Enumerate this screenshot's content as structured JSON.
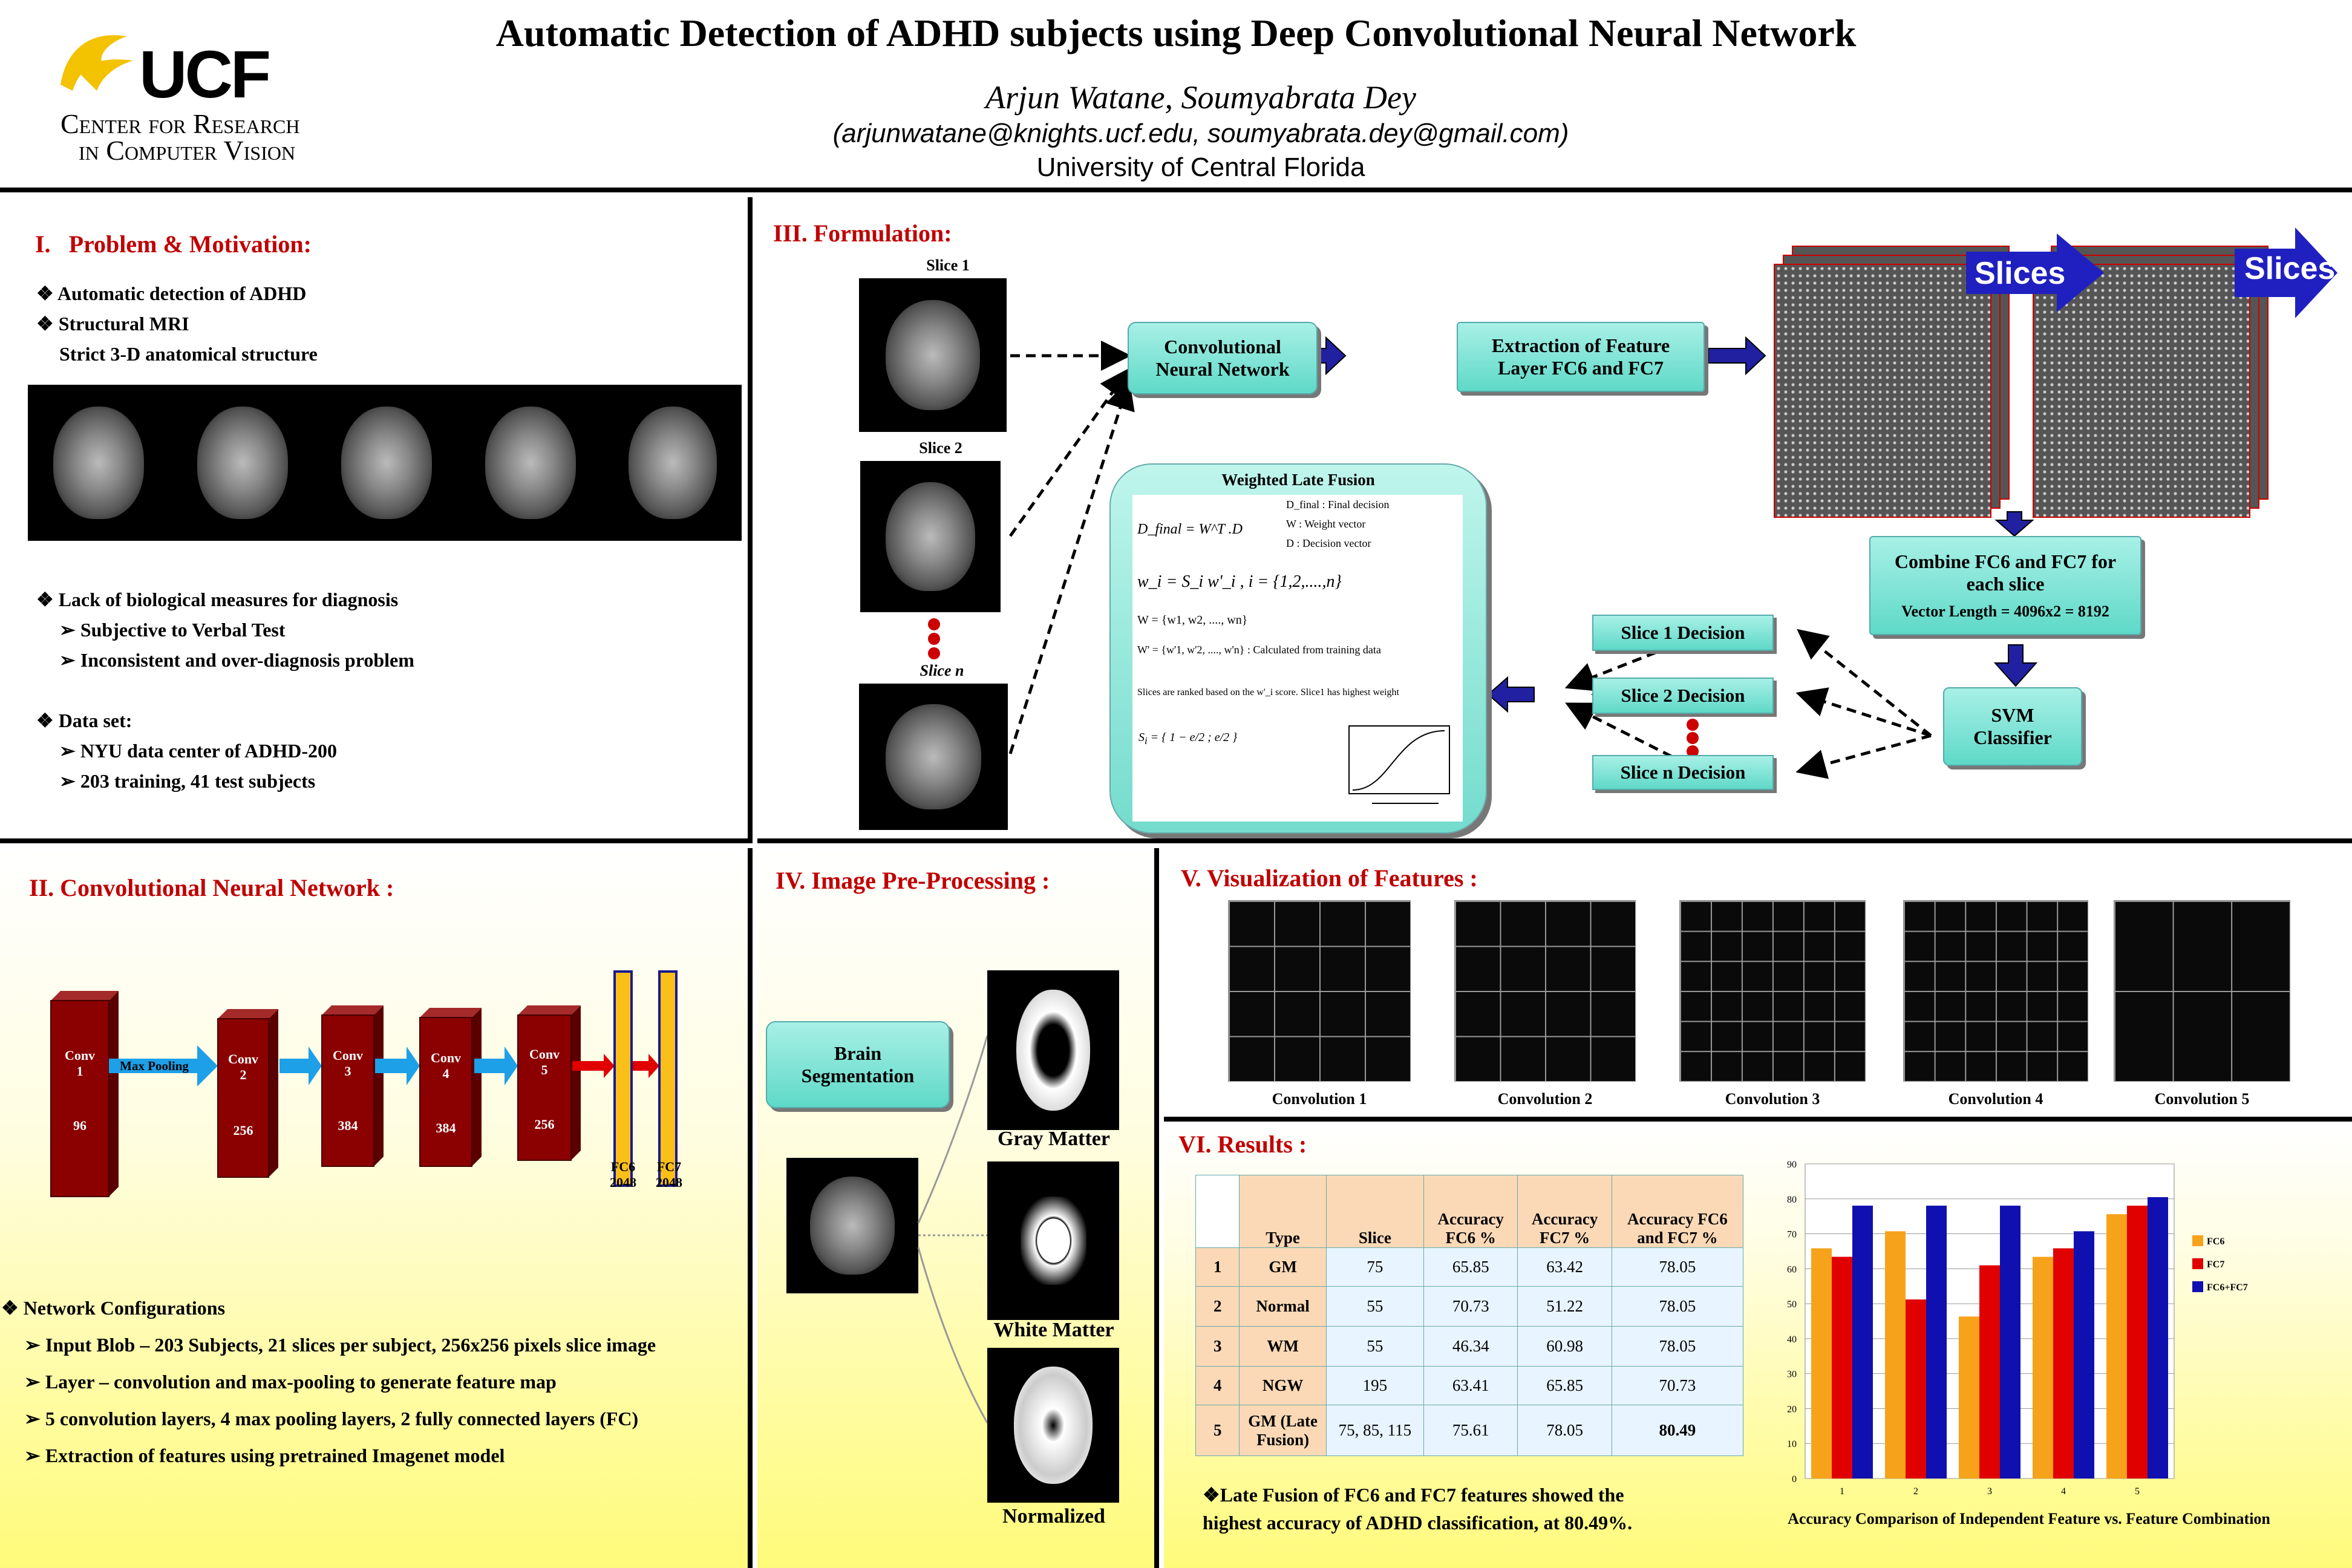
{
  "header": {
    "title": "Automatic Detection of ADHD subjects using Deep Convolutional Neural Network",
    "authors": "Arjun Watane, Soumyabrata Dey",
    "emails": "(arjunwatane@knights.ucf.edu, soumyabrata.dey@gmail.com)",
    "university": "University of Central Florida",
    "logo_text": "UCF",
    "logo_sub1": "Center for Research",
    "logo_sub2": "in Computer Vision"
  },
  "section1": {
    "title": "I.   Problem & Motivation:",
    "bullets_a": [
      "❖ Automatic detection of ADHD",
      "❖ Structural MRI",
      "Strict 3-D anatomical structure"
    ],
    "bullets_b": [
      "❖ Lack of biological measures for diagnosis",
      "➢  Subjective to Verbal Test",
      "➢  Inconsistent and over-diagnosis problem"
    ],
    "bullets_c": [
      "❖ Data set:",
      "➢  NYU data center of ADHD-200",
      "➢  203 training, 41 test subjects"
    ]
  },
  "section2": {
    "title": "II. Convolutional Neural Network :",
    "layers": [
      {
        "name": "Conv\n1",
        "size": "96"
      },
      {
        "name": "Conv\n2",
        "size": "256"
      },
      {
        "name": "Conv\n3",
        "size": "384"
      },
      {
        "name": "Conv\n4",
        "size": "384"
      },
      {
        "name": "Conv\n5",
        "size": "256"
      }
    ],
    "max_pooling": "Max Pooling",
    "fc6": "FC6",
    "fc6_size": "2048",
    "fc7": "FC7",
    "fc7_size": "2048",
    "config_title": "❖ Network Configurations",
    "configs": [
      "➢  Input Blob – 203 Subjects, 21 slices per subject, 256x256 pixels slice image",
      "➢  Layer – convolution and max-pooling  to generate feature map",
      "➢  5 convolution layers, 4 max pooling layers, 2 fully connected layers (FC)",
      "➢  Extraction of features using pretrained Imagenet model"
    ]
  },
  "section3": {
    "title": "III. Formulation:",
    "slice1": "Slice 1",
    "slice2": "Slice 2",
    "slicen": "Slice n",
    "cnn_box": "Convolutional Neural Network",
    "extract_box": "Extraction of Feature Layer FC6 and FC7",
    "slices_label": "Slices",
    "combine_box": "Combine FC6 and FC7 for each slice",
    "vector_length": "Vector Length = 4096x2 = 8192",
    "svm_box": "SVM Classifier",
    "decisions": [
      "Slice 1 Decision",
      "Slice 2 Decision",
      "Slice n Decision"
    ],
    "fusion_title": "Weighted Late Fusion",
    "fusion_lines": [
      "D_final = W^T .D",
      "D_final : Final decision",
      "W : Weight vector",
      "D : Decision vector",
      "w_i = S_i w'_i ,   i = {1,2,....,n}",
      "W = {w1, w2, ...., wn}",
      "W' = {w'1, w'2, ...., w'n} : Calculated from training data",
      "Slices are ranked based on the w'_i score. Slice1 has highest weight"
    ]
  },
  "section4": {
    "title": "IV. Image Pre-Processing :",
    "box": "Brain Segmentation",
    "labels": [
      "Gray Matter",
      "White Matter",
      "Normalized"
    ]
  },
  "section5": {
    "title": "V. Visualization of Features :",
    "captions": [
      "Convolution 1",
      "Convolution 2",
      "Convolution 3",
      "Convolution 4",
      "Convolution 5"
    ]
  },
  "section6": {
    "title": "VI. Results :",
    "headers": [
      "",
      "Type",
      "Slice",
      "Accuracy FC6 %",
      "Accuracy FC7 %",
      "Accuracy FC6 and FC7 %"
    ],
    "rows": [
      [
        "1",
        "GM",
        "75",
        "65.85",
        "63.42",
        "78.05"
      ],
      [
        "2",
        "Normal",
        "55",
        "70.73",
        "51.22",
        "78.05"
      ],
      [
        "3",
        "WM",
        "55",
        "46.34",
        "60.98",
        "78.05"
      ],
      [
        "4",
        "NGW",
        "195",
        "63.41",
        "65.85",
        "70.73"
      ],
      [
        "5",
        "GM (Late Fusion)",
        "75, 85, 115",
        "75.61",
        "78.05",
        "80.49"
      ]
    ],
    "conclusion1": "❖Late Fusion of  FC6 and FC7 features showed the",
    "conclusion2": "highest accuracy of ADHD classification, at 80.49%."
  },
  "chart_data": {
    "type": "bar",
    "title": "Accuracy Comparison of Independent Feature vs. Feature Combination",
    "categories": [
      "1",
      "2",
      "3",
      "4",
      "5"
    ],
    "ylim": [
      0,
      90
    ],
    "yticks": [
      "0",
      "10",
      "20",
      "30",
      "40",
      "50",
      "60",
      "70",
      "80",
      "90"
    ],
    "legend_position": "right",
    "grid": true,
    "series": [
      {
        "name": "FC6",
        "color": "#f7a21b",
        "values": [
          65.85,
          70.73,
          46.34,
          63.41,
          75.61
        ]
      },
      {
        "name": "FC7",
        "color": "#e00000",
        "values": [
          63.42,
          51.22,
          60.98,
          65.85,
          78.05
        ]
      },
      {
        "name": "FC6+FC7",
        "color": "#1010b0",
        "values": [
          78.05,
          78.05,
          78.05,
          70.73,
          80.49
        ]
      }
    ]
  }
}
